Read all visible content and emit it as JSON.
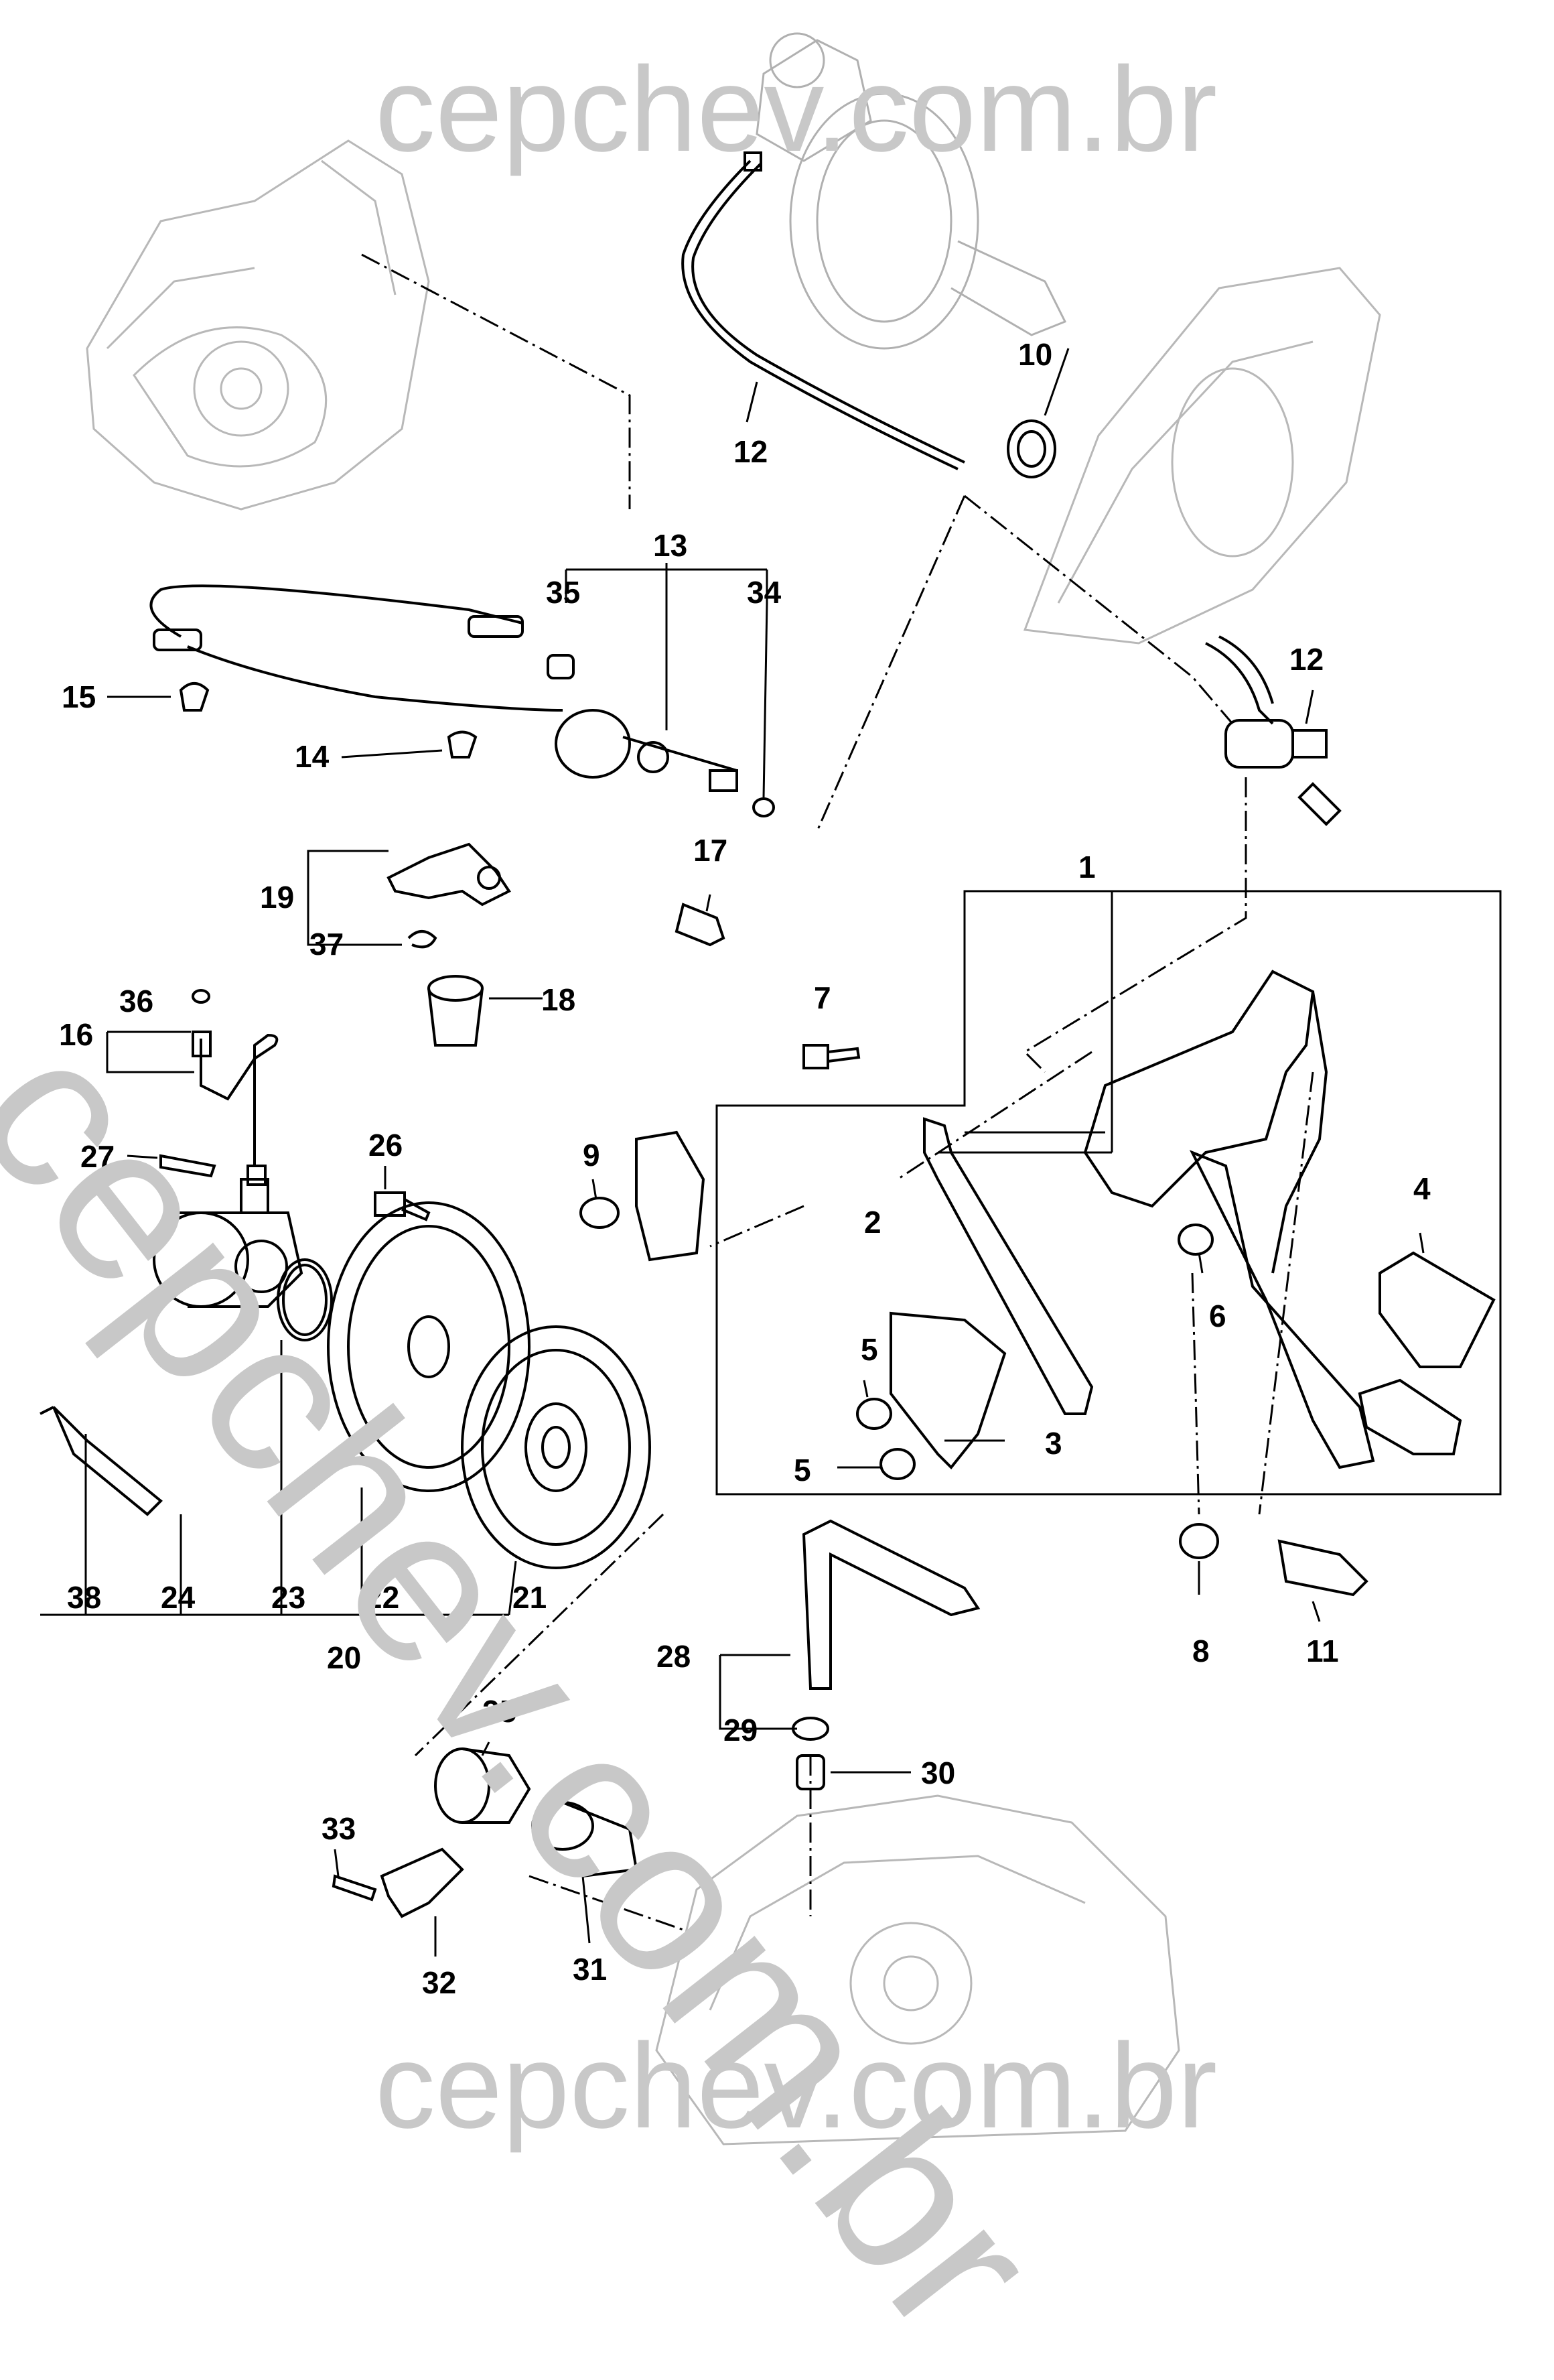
{
  "watermarks": {
    "top": "cepchev.com.br",
    "bottom": "cepchev.com.br",
    "diagonal": "cepchev.com.br"
  },
  "labels": {
    "l1": "1",
    "l2": "2",
    "l3": "3",
    "l4": "4",
    "l5a": "5",
    "l5b": "5",
    "l6": "6",
    "l7": "7",
    "l8": "8",
    "l9": "9",
    "l10": "10",
    "l11": "11",
    "l12a": "12",
    "l12b": "12",
    "l13": "13",
    "l14": "14",
    "l15": "15",
    "l16": "16",
    "l17": "17",
    "l18": "18",
    "l19": "19",
    "l20": "20",
    "l21": "21",
    "l22": "22",
    "l23": "23",
    "l24": "24",
    "l25": "25",
    "l26": "26",
    "l27": "27",
    "l28": "28",
    "l29": "29",
    "l30": "30",
    "l31": "31",
    "l32": "32",
    "l33": "33",
    "l34": "34",
    "l35": "35",
    "l36": "36",
    "l37": "37",
    "l38": "38"
  },
  "colors": {
    "line": "#000000",
    "ghost": "#b4b4b4",
    "watermark": "#c8c8c8"
  }
}
